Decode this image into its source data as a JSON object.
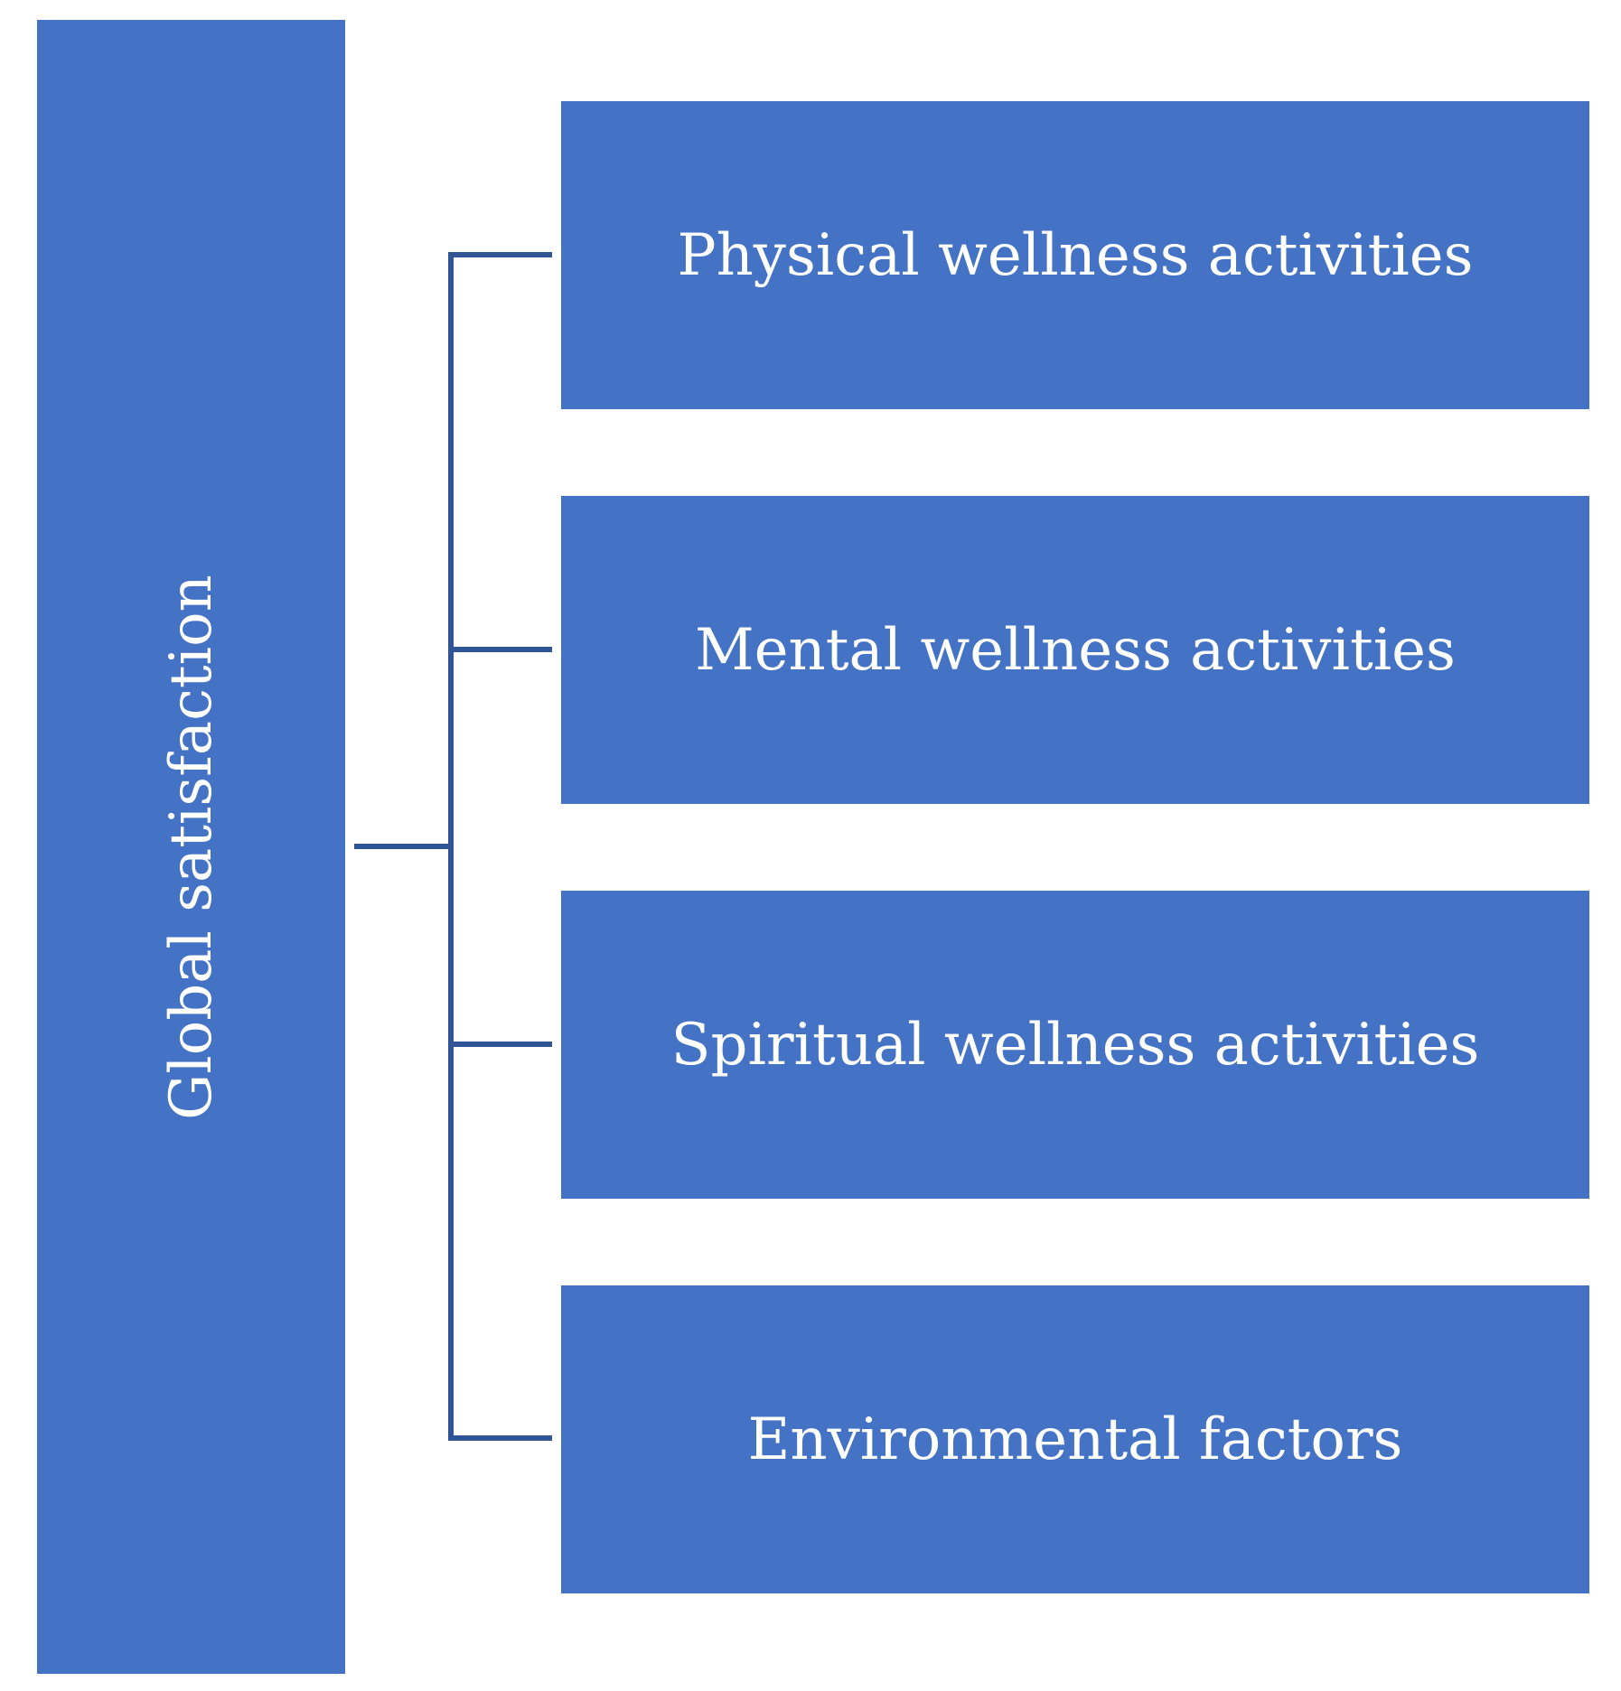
{
  "colors": {
    "box_fill": "#4472c4",
    "connector": "#2f5597",
    "text": "#ffffff",
    "background": "#ffffff"
  },
  "root": {
    "label": "Global satisfaction"
  },
  "children": [
    {
      "label": "Physical wellness activities"
    },
    {
      "label": "Mental wellness activities"
    },
    {
      "label": "Spiritual wellness activities"
    },
    {
      "label": "Environmental factors"
    }
  ]
}
